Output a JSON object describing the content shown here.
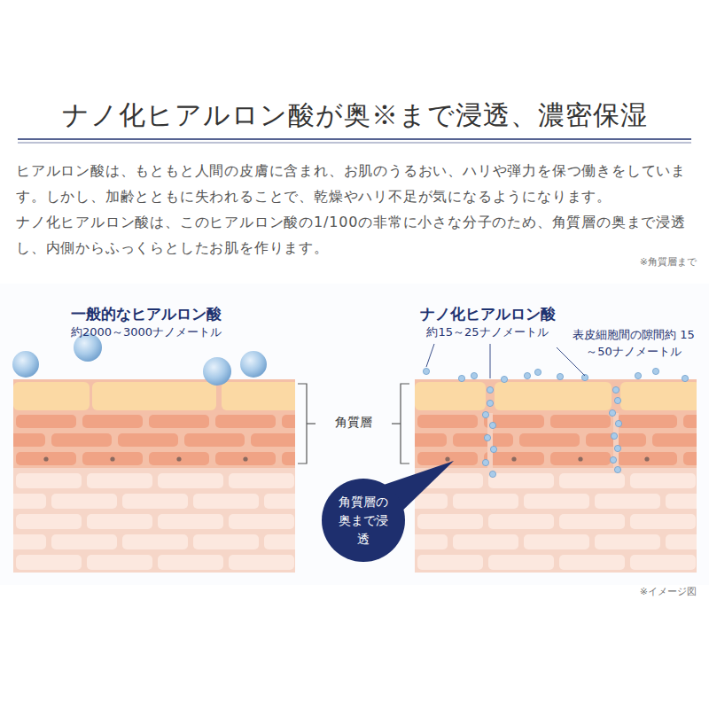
{
  "diagram": {
    "title": "ナノ化ヒアルロン酸が奥※まで浸透、濃密保湿",
    "nodes": [
      {
        "text": [
          "角質層の 奥まで浸透"
        ]
      }
    ],
    "labels": [
      "ヒアルロン酸は、もともと人間の皮膚に含まれ、お肌のうるおい、ハリや弾力を保つ働きをしています。しかし、加齢とともに失われることで、乾燥やハリ不足が気になるようになります。",
      "ナノ化ヒアルロン酸は、このヒアルロン酸の1/100の非常に小さな分子のため、角質層の奥まで浸透し、内側からふっくらとしたお肌を作ります。",
      "※角質層まで",
      "一般的なヒアルロン酸",
      "約2000～3000ナノメートル",
      "ナノ化ヒアルロン酸",
      "約15～25ナノメートル",
      "表皮細胞間の隙間約 15～50ナノメートル",
      "角質層",
      "※イメージ図"
    ]
  }
}
